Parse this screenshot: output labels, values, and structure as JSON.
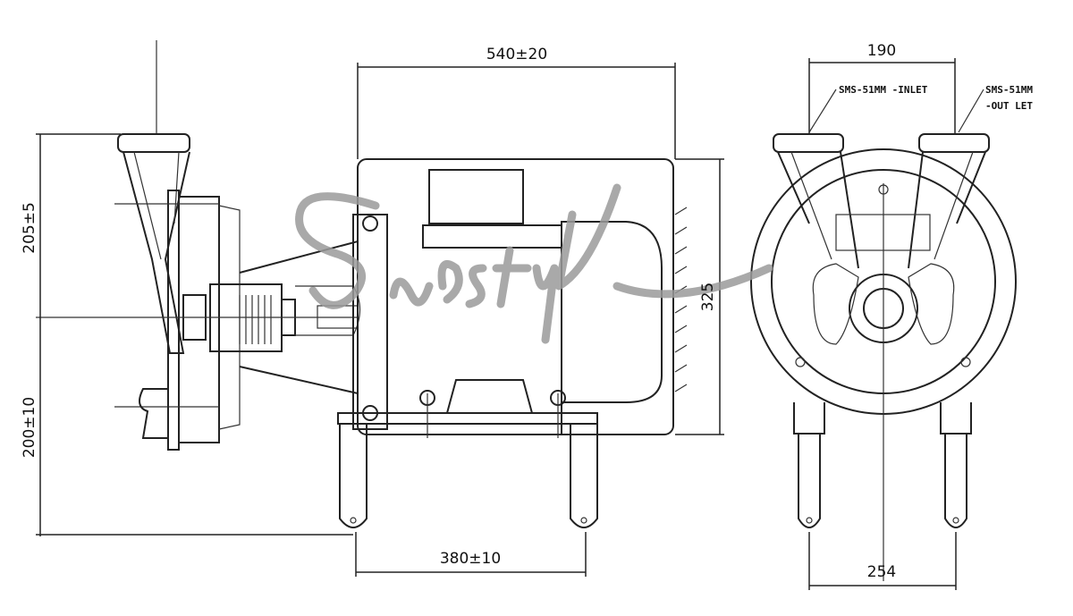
{
  "dimensions": {
    "overall_length": "540±20",
    "inlet_outlet_spacing": "190",
    "upper_height": "205±5",
    "lower_height": "200±10",
    "motor_height": "325",
    "leg_spacing_side": "380±10",
    "leg_spacing_front": "254"
  },
  "callouts": {
    "inlet": "SMS-51MM -INLET",
    "outlet_line1": "SMS-51MM",
    "outlet_line2": "-OUT LET"
  }
}
